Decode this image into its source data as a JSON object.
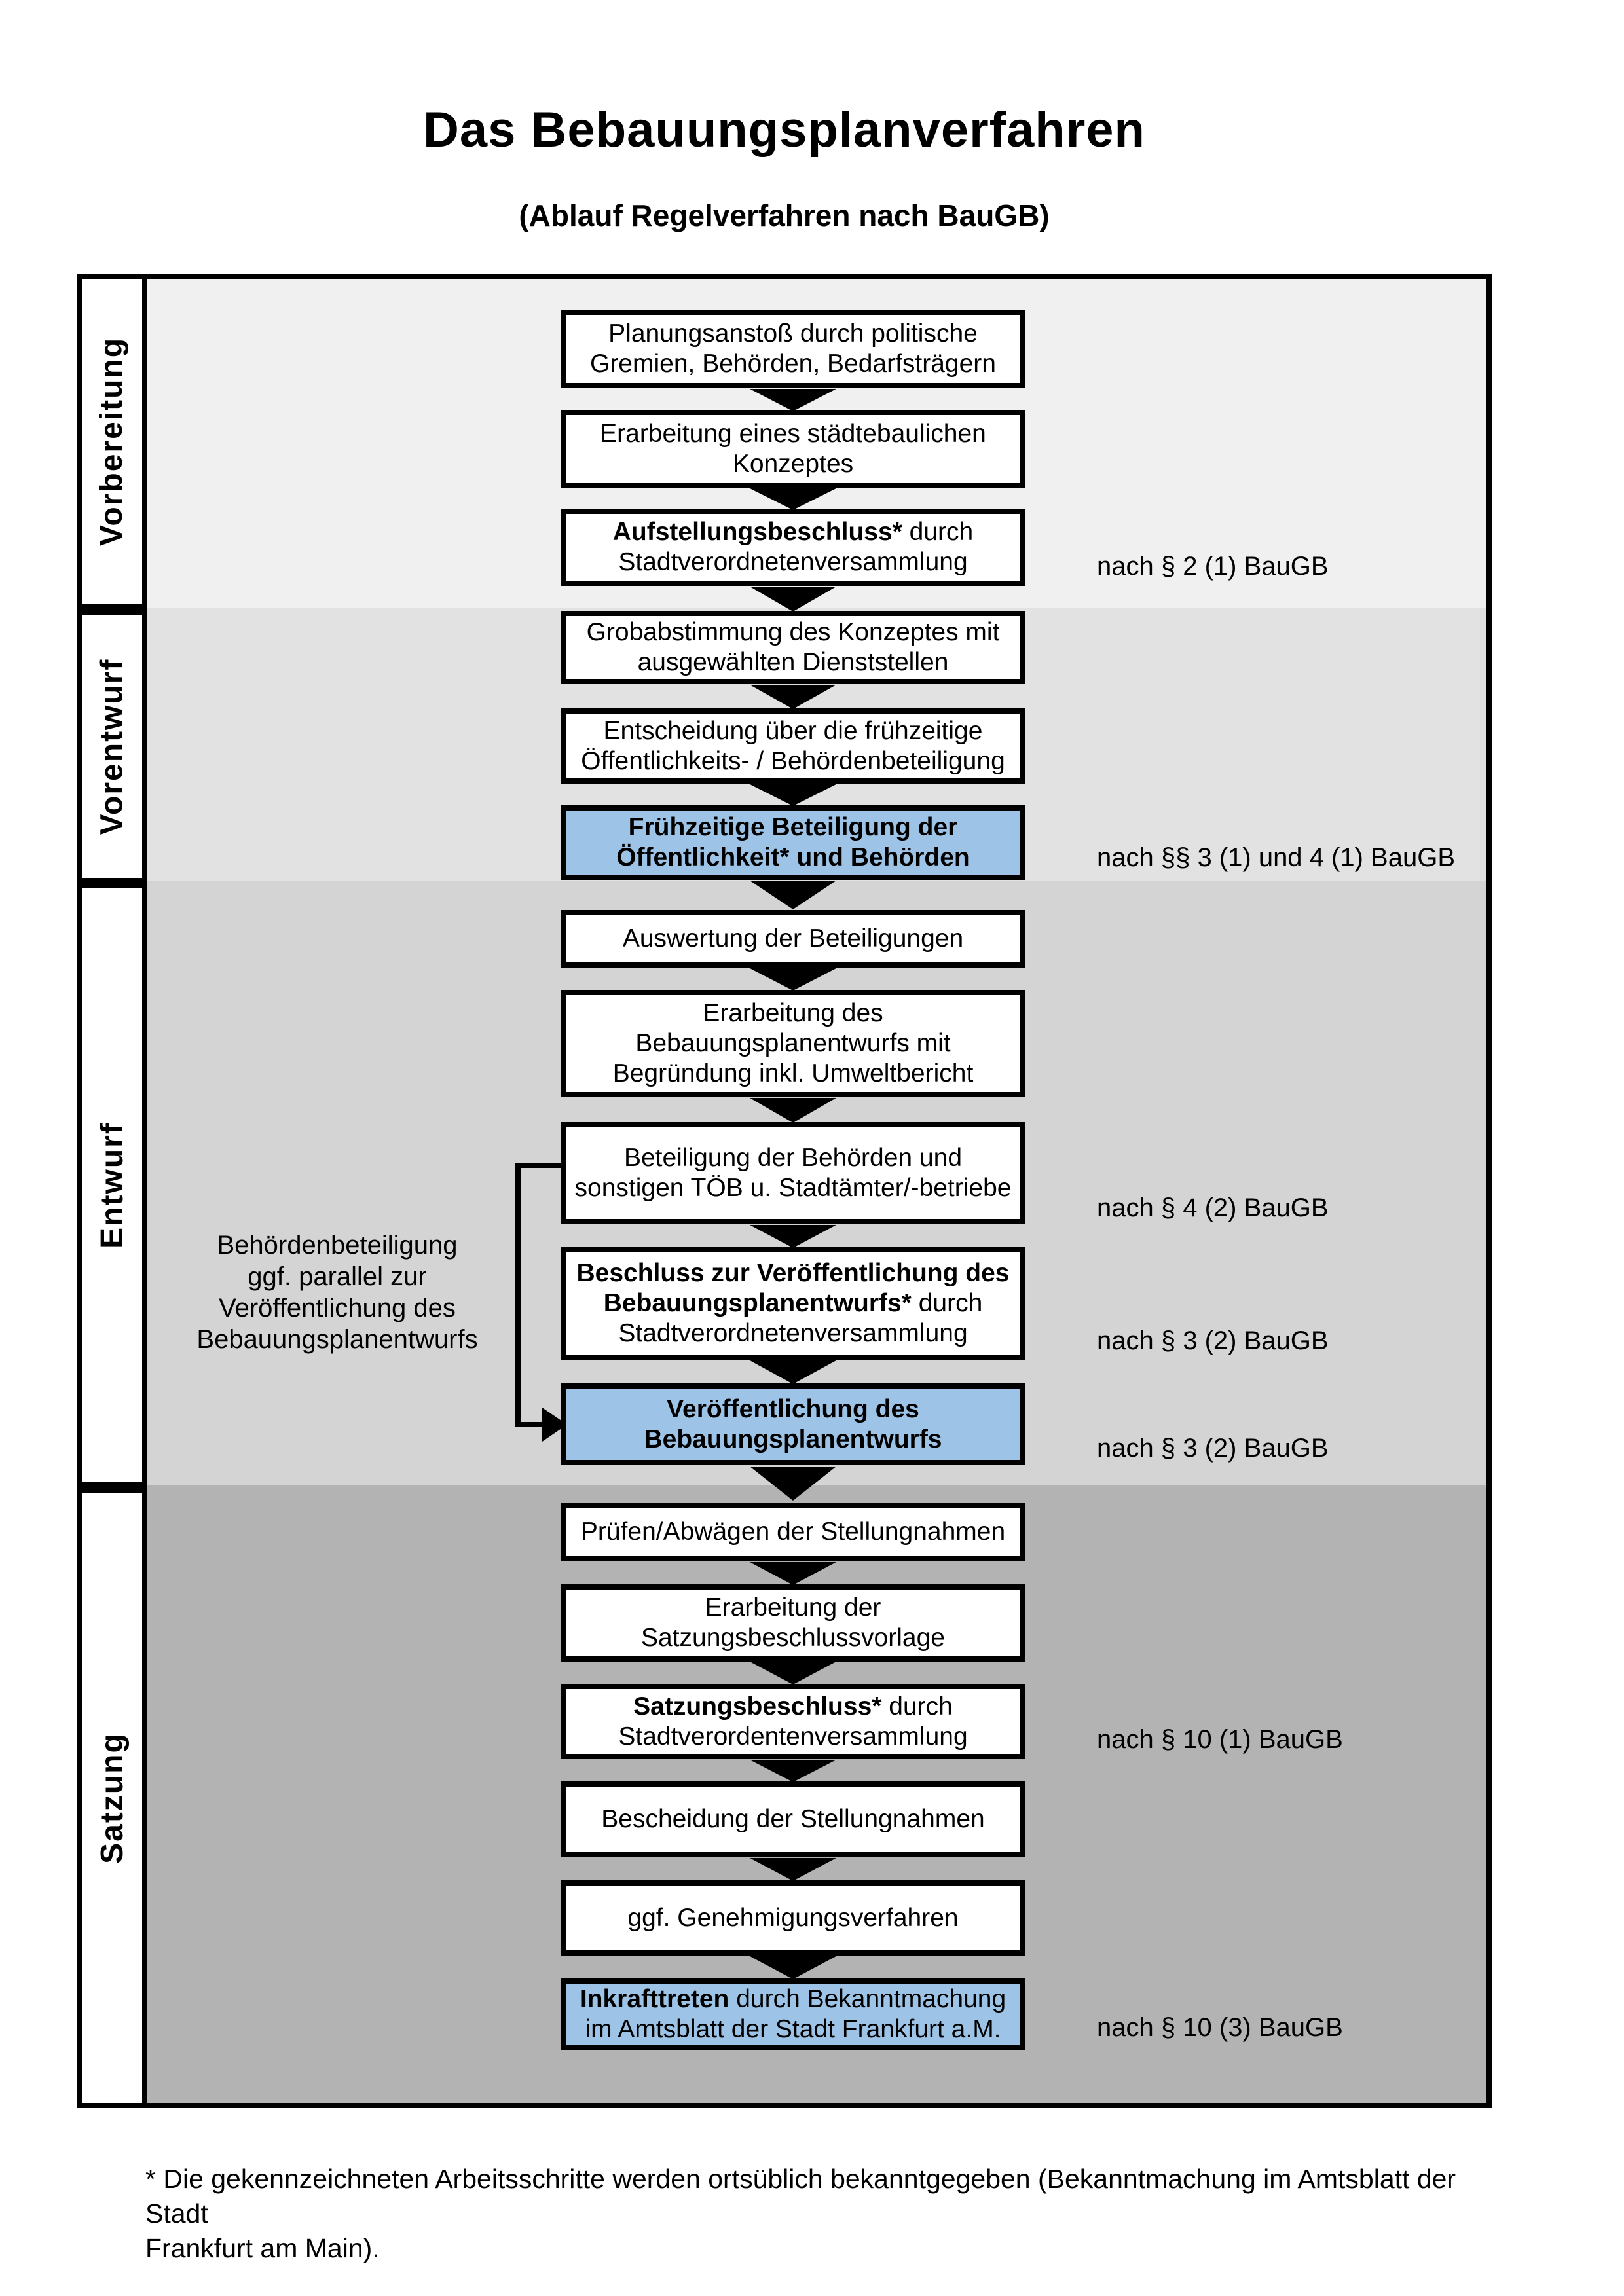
{
  "title": "Das Bebauungsplanverfahren",
  "subtitle": "(Ablauf Regelverfahren nach BauGB)",
  "colors": {
    "highlight_box": "#9DC3E6",
    "row_vorbereitung": "#F0F0F0",
    "row_vorentwurf": "#E2E2E2",
    "row_entwurf": "#D4D4D4",
    "row_satzung": "#B3B3B3",
    "box_border": "#000000"
  },
  "phases": [
    {
      "label": "Vorbereitung"
    },
    {
      "label": "Vorentwurf"
    },
    {
      "label": "Entwurf"
    },
    {
      "label": "Satzung"
    }
  ],
  "steps": {
    "s1": {
      "line1": "Planungsanstoß durch politische",
      "line2": "Gremien, Behörden, Bedarfsträgern"
    },
    "s2": {
      "line1": "Erarbeitung eines städtebaulichen",
      "line2": "Konzeptes"
    },
    "s3": {
      "line1_bold": "Aufstellungsbeschluss*",
      "line1_rest": " durch",
      "line2": "Stadtverordnetenversammlung",
      "note": "nach § 2 (1) BauGB"
    },
    "s4": {
      "line1": "Grobabstimmung des Konzeptes mit",
      "line2": "ausgewählten Dienststellen"
    },
    "s5": {
      "line1": "Entscheidung über die frühzeitige",
      "line2": "Öffentlichkeits- / Behördenbeteiligung"
    },
    "s6": {
      "line1": "Frühzeitige Beteiligung der",
      "line2": "Öffentlichkeit* und Behörden",
      "note": "nach §§ 3 (1) und 4 (1) BauGB"
    },
    "s7": {
      "line1": "Auswertung der Beteiligungen"
    },
    "s8": {
      "line1": "Erarbeitung des",
      "line2": "Bebauungsplanentwurfs mit",
      "line3": "Begründung inkl. Umweltbericht"
    },
    "s9": {
      "line1": "Beteiligung der Behörden und",
      "line2": "sonstigen TÖB u. Stadtämter/-betriebe",
      "note": "nach § 4 (2) BauGB"
    },
    "s10": {
      "line1_bold": "Beschluss zur Veröffentlichung des",
      "line2_bold": "Bebauungsplanentwurfs*",
      "line2_rest": " durch",
      "line3": "Stadtverordnetenversammlung",
      "note": "nach § 3 (2) BauGB"
    },
    "s11": {
      "line1": "Veröffentlichung des",
      "line2": "Bebauungsplanentwurfs",
      "note": "nach § 3 (2) BauGB"
    },
    "s12": {
      "line1": "Prüfen/Abwägen der Stellungnahmen"
    },
    "s13": {
      "line1": "Erarbeitung der",
      "line2": "Satzungsbeschlussvorlage"
    },
    "s14": {
      "line1_bold": "Satzungsbeschluss*",
      "line1_rest": " durch",
      "line2": "Stadtverordentenversammlung",
      "note": "nach § 10 (1) BauGB"
    },
    "s15": {
      "line1": "Bescheidung der Stellungnahmen"
    },
    "s16": {
      "line1": "ggf. Genehmigungsverfahren"
    },
    "s17": {
      "line1_bold": "Inkrafttreten",
      "line1_rest": " durch Bekanntmachung",
      "line2": "im Amtsblatt der Stadt Frankfurt a.M.",
      "note": "nach § 10 (3) BauGB"
    }
  },
  "annotation": {
    "line1": "Behördenbeteiligung",
    "line2": "ggf. parallel zur",
    "line3": "Veröffentlichung des",
    "line4": "Bebauungsplanentwurfs"
  },
  "footnote": {
    "line1": "* Die gekennzeichneten Arbeitsschritte werden ortsüblich bekanntgegeben (Bekanntmachung im Amtsblatt  der Stadt",
    "line2": "Frankfurt am Main)."
  }
}
